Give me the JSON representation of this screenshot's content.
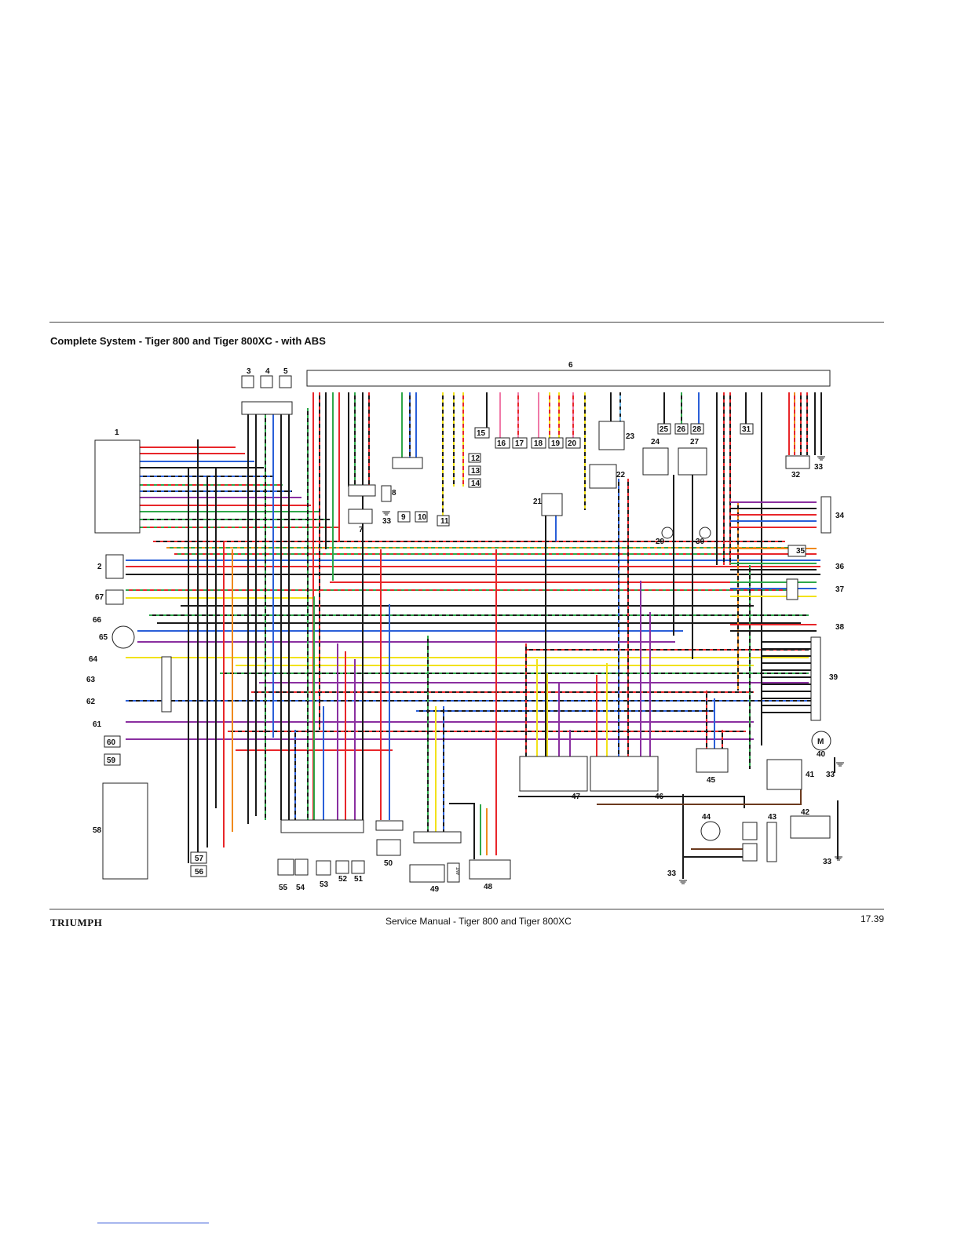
{
  "page": {
    "title": "Complete System - Tiger 800 and Tiger 800XC - with ABS",
    "footer_brand": "TRIUMPH",
    "footer_manual": "Service Manual - Tiger 800 and Tiger 800XC",
    "page_number": "17.39"
  },
  "colors": {
    "red": "#e8262a",
    "black": "#1a1a1a",
    "blue": "#2a5fd8",
    "yellow": "#f2e21a",
    "green": "#2ea84a",
    "purple": "#8a2fa0",
    "orange": "#f08a1c",
    "brown": "#6b3a1e",
    "pink": "#f07aa8",
    "lightblue": "#6fb8e8"
  },
  "components": {
    "c1": "1",
    "c2": "2",
    "c3": "3",
    "c4": "4",
    "c5": "5",
    "c6": "6",
    "c7": "7",
    "c8": "8",
    "c9": "9",
    "c10": "10",
    "c11": "11",
    "c12": "12",
    "c13": "13",
    "c14": "14",
    "c15": "15",
    "c16": "16",
    "c17": "17",
    "c18": "18",
    "c19": "19",
    "c20": "20",
    "c21": "21",
    "c22": "22",
    "c23": "23",
    "c24": "24",
    "c25": "25",
    "c26": "26",
    "c27": "27",
    "c28": "28",
    "c29": "29",
    "c30": "30",
    "c31": "31",
    "c32": "32",
    "c33": "33",
    "c34": "34",
    "c35": "35",
    "c36": "36",
    "c37": "37",
    "c38": "38",
    "c39": "39",
    "c40": "40",
    "c41": "41",
    "c42": "42",
    "c43": "43",
    "c44": "44",
    "c45": "45",
    "c46": "46",
    "c47": "47",
    "c48": "48",
    "c49": "49",
    "c50": "50",
    "c51": "51",
    "c52": "52",
    "c53": "53",
    "c54": "54",
    "c55": "55",
    "c56": "56",
    "c57": "57",
    "c58": "58",
    "c59": "59",
    "c60": "60",
    "c61": "61",
    "c62": "62",
    "c63": "63",
    "c64": "64",
    "c65": "65",
    "c66": "66",
    "c67": "67"
  },
  "symbols": {
    "motor": "M",
    "antenna": "ANT"
  }
}
